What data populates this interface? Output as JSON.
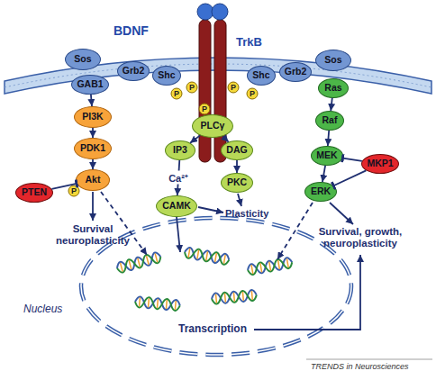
{
  "diagram": {
    "nodes": [
      {
        "text": [
          "Sos"
        ]
      },
      {
        "text": [
          "GAB1"
        ]
      },
      {
        "text": [
          "PI3K"
        ]
      },
      {
        "text": [
          "PDK1"
        ]
      },
      {
        "text": [
          "Akt"
        ]
      },
      {
        "text": [
          "PTEN"
        ]
      },
      {
        "text": [
          "Grb2"
        ]
      },
      {
        "text": [
          "Shc"
        ]
      },
      {
        "text": [
          "PLCγ"
        ]
      },
      {
        "text": [
          "IP3"
        ]
      },
      {
        "text": [
          "DAG"
        ]
      },
      {
        "text": [
          "CAMK"
        ]
      },
      {
        "text": [
          "PKC"
        ]
      },
      {
        "text": [
          "Shc"
        ]
      },
      {
        "text": [
          "Grb2"
        ]
      },
      {
        "text": [
          "Sos"
        ]
      },
      {
        "text": [
          "Ras"
        ]
      },
      {
        "text": [
          "Raf"
        ]
      },
      {
        "text": [
          "MEK"
        ]
      },
      {
        "text": [
          "MKP1"
        ]
      },
      {
        "text": [
          "ERK"
        ]
      }
    ],
    "edges": [
      {
        "from": 1,
        "to": 2,
        "arrow": "to"
      },
      {
        "from": 2,
        "to": 3,
        "arrow": "to"
      },
      {
        "from": 3,
        "to": 4,
        "arrow": "to"
      },
      {
        "from": 5,
        "to": 4,
        "arrow": "to"
      },
      {
        "from": 8,
        "to": 9,
        "arrow": "to"
      },
      {
        "from": 8,
        "to": 10,
        "arrow": "to"
      },
      {
        "from": 9,
        "to": 11,
        "label": "Ca²⁺",
        "arrow": "to"
      },
      {
        "from": 10,
        "to": 12,
        "arrow": "to"
      },
      {
        "from": 16,
        "to": 17,
        "arrow": "to"
      },
      {
        "from": 17,
        "to": 18,
        "arrow": "to"
      },
      {
        "from": 18,
        "to": 20,
        "arrow": "to"
      },
      {
        "from": 19,
        "to": 18,
        "arrow": "to"
      },
      {
        "from": 19,
        "to": 20,
        "arrow": "to"
      }
    ],
    "labels": [
      "BDNF",
      "TrkB",
      "P",
      "P",
      "P",
      "P",
      "P",
      "P",
      "Plasticity",
      "Survival neuroplasticity",
      "Survival, growth, neuroplasticity",
      "Nucleus",
      "Transcription",
      "TRENDS in Neurosciences"
    ]
  }
}
